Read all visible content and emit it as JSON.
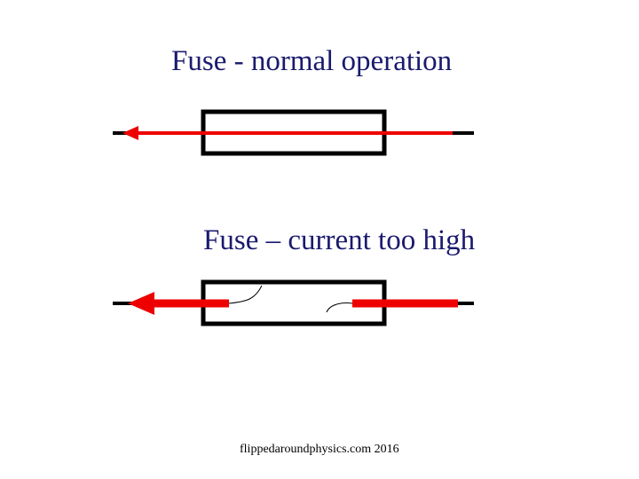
{
  "slide": {
    "title_normal": "Fuse - normal operation",
    "title_high": "Fuse – current too high",
    "credit": "flippedaroundphysics.com  2016"
  },
  "colors": {
    "text": "#1a1a6e",
    "current": "#ee0000",
    "wire": "#000000"
  }
}
